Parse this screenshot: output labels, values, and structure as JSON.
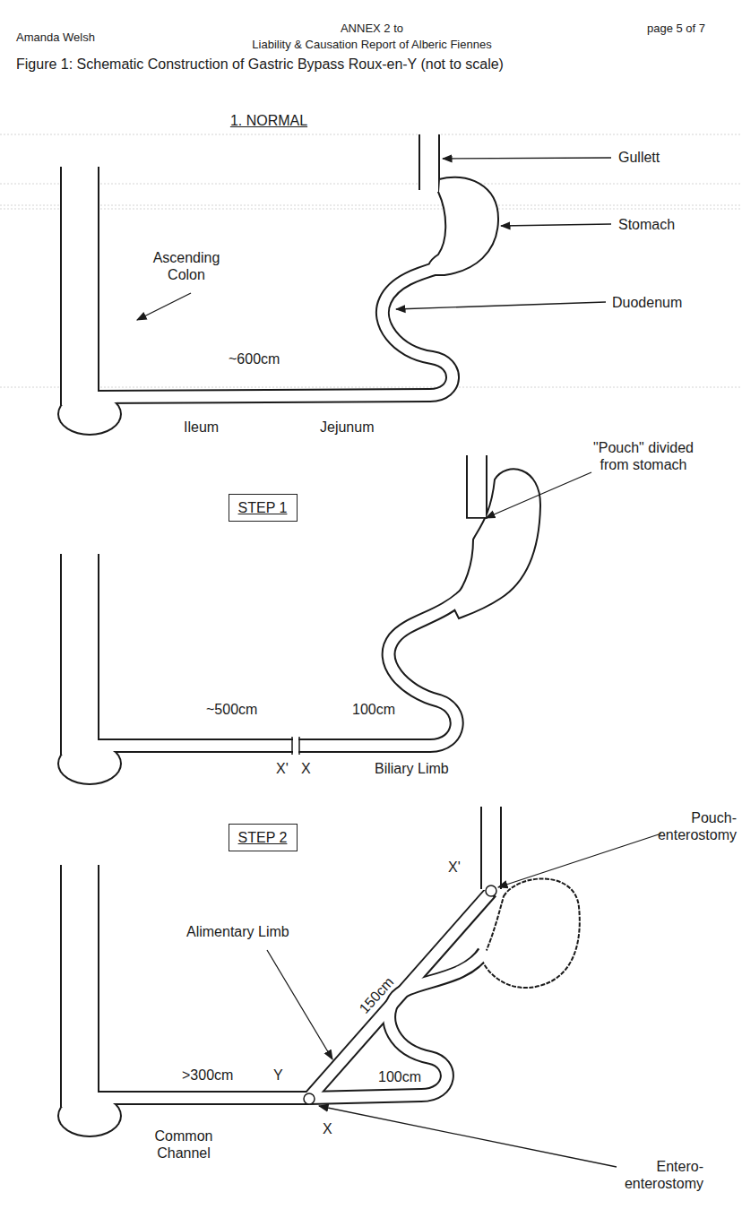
{
  "diagram": {
    "title": "Figure 1: Schematic Construction of Gastric Bypass Roux-en-Y (not to scale)",
    "nodes": [
      {
        "text": [
          "STEP 1"
        ]
      },
      {
        "text": [
          "STEP 2"
        ]
      }
    ],
    "labels": [
      "Amanda Welsh",
      "ANNEX 2 to",
      "Liability & Causation Report of Alberic Fiennes",
      "page 5 of 7",
      "1. NORMAL",
      "Gullett",
      "Stomach",
      "Ascending Colon",
      "Duodenum",
      "~600cm",
      "Ileum",
      "Jejunum",
      "\"Pouch\" divided from stomach",
      "~500cm",
      "100cm",
      "X'",
      "X",
      "Biliary Limb",
      "Pouch- enterostomy",
      "X'",
      "Alimentary Limb",
      "150cm",
      ">300cm",
      "Y",
      "100cm",
      "Common Channel",
      "X",
      "Entero- enterostomy"
    ]
  }
}
